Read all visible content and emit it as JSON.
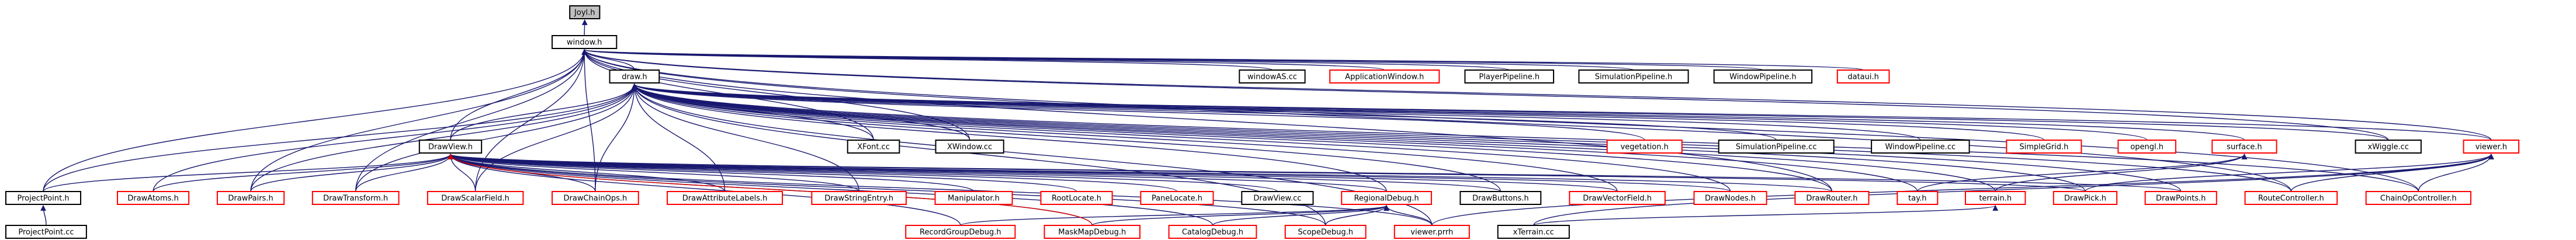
{
  "colors": {
    "node_border_black": "#000000",
    "node_border_red": "#ff0000",
    "node_fill": "#ffffff",
    "root_fill": "#bfbfbf",
    "edge": "#191970",
    "edge_red": "#d00000",
    "text": "#000000"
  },
  "nodes": [
    {
      "id": "joyl",
      "label": "Joyl.h",
      "style": "root"
    },
    {
      "id": "window",
      "label": "window.h",
      "style": "black"
    },
    {
      "id": "draw",
      "label": "draw.h",
      "style": "black"
    },
    {
      "id": "drawview",
      "label": "DrawView.h",
      "style": "black"
    },
    {
      "id": "xfont",
      "label": "XFont.cc",
      "style": "black"
    },
    {
      "id": "xwindow",
      "label": "XWindow.cc",
      "style": "black"
    },
    {
      "id": "vegetation",
      "label": "vegetation.h",
      "style": "red"
    },
    {
      "id": "simpipecc",
      "label": "SimulationPipeline.cc",
      "style": "black"
    },
    {
      "id": "winpipecc",
      "label": "WindowPipeline.cc",
      "style": "black"
    },
    {
      "id": "simplegrid",
      "label": "SimpleGrid.h",
      "style": "red"
    },
    {
      "id": "opengl",
      "label": "opengl.h",
      "style": "red"
    },
    {
      "id": "surface",
      "label": "surface.h",
      "style": "red"
    },
    {
      "id": "xwiggle",
      "label": "xWiggle.cc",
      "style": "black"
    },
    {
      "id": "viewer",
      "label": "viewer.h",
      "style": "red"
    },
    {
      "id": "windowascc",
      "label": "windowAS.cc",
      "style": "black"
    },
    {
      "id": "appwindow",
      "label": "ApplicationWindow.h",
      "style": "red"
    },
    {
      "id": "playerpipe",
      "label": "PlayerPipeline.h",
      "style": "black"
    },
    {
      "id": "simpipeh",
      "label": "SimulationPipeline.h",
      "style": "black"
    },
    {
      "id": "winpipeh",
      "label": "WindowPipeline.h",
      "style": "black"
    },
    {
      "id": "dataui",
      "label": "dataui.h",
      "style": "red"
    },
    {
      "id": "projectpoint",
      "label": "ProjectPoint.h",
      "style": "black"
    },
    {
      "id": "drawatoms",
      "label": "DrawAtoms.h",
      "style": "red"
    },
    {
      "id": "drawpairs",
      "label": "DrawPairs.h",
      "style": "red"
    },
    {
      "id": "drawtransform",
      "label": "DrawTransform.h",
      "style": "red"
    },
    {
      "id": "drawscalar",
      "label": "DrawScalarField.h",
      "style": "red"
    },
    {
      "id": "drawchainops",
      "label": "DrawChainOps.h",
      "style": "red"
    },
    {
      "id": "drawattrlabels",
      "label": "DrawAttributeLabels.h",
      "style": "red"
    },
    {
      "id": "drawstringentry",
      "label": "DrawStringEntry.h",
      "style": "red"
    },
    {
      "id": "manipulator",
      "label": "Manipulator.h",
      "style": "red"
    },
    {
      "id": "rootlocate",
      "label": "RootLocate.h",
      "style": "red"
    },
    {
      "id": "panelocate",
      "label": "PaneLocate.h",
      "style": "red"
    },
    {
      "id": "drawviewcc",
      "label": "DrawView.cc",
      "style": "black"
    },
    {
      "id": "regionaldebug",
      "label": "RegionalDebug.h",
      "style": "red"
    },
    {
      "id": "drawbuttons",
      "label": "DrawButtons.h",
      "style": "black"
    },
    {
      "id": "drawvector",
      "label": "DrawVectorField.h",
      "style": "red"
    },
    {
      "id": "drawnodes",
      "label": "DrawNodes.h",
      "style": "red"
    },
    {
      "id": "drawrouter",
      "label": "DrawRouter.h",
      "style": "red"
    },
    {
      "id": "tay",
      "label": "tay.h",
      "style": "red"
    },
    {
      "id": "terrain",
      "label": "terrain.h",
      "style": "red"
    },
    {
      "id": "drawpick",
      "label": "DrawPick.h",
      "style": "red"
    },
    {
      "id": "drawpoints",
      "label": "DrawPoints.h",
      "style": "red"
    },
    {
      "id": "routecontroller",
      "label": "RouteController.h",
      "style": "red"
    },
    {
      "id": "chainopcontroller",
      "label": "ChainOpController.h",
      "style": "red"
    },
    {
      "id": "projectpointcc",
      "label": "ProjectPoint.cc",
      "style": "black"
    },
    {
      "id": "recordgroup",
      "label": "RecordGroupDebug.h",
      "style": "red"
    },
    {
      "id": "maskmap",
      "label": "MaskMapDebug.h",
      "style": "red"
    },
    {
      "id": "catalogdebug",
      "label": "CatalogDebug.h",
      "style": "red"
    },
    {
      "id": "scopedebug",
      "label": "ScopeDebug.h",
      "style": "red"
    },
    {
      "id": "viewerprrh",
      "label": "viewer.prrh",
      "style": "red"
    },
    {
      "id": "xterrain",
      "label": "xTerrain.cc",
      "style": "black"
    }
  ],
  "edges": [
    {
      "from": "window",
      "to": "joyl"
    },
    {
      "from": "draw",
      "to": "window"
    },
    {
      "from": "windowascc",
      "to": "window"
    },
    {
      "from": "appwindow",
      "to": "window"
    },
    {
      "from": "playerpipe",
      "to": "window"
    },
    {
      "from": "simpipeh",
      "to": "window"
    },
    {
      "from": "winpipeh",
      "to": "window"
    },
    {
      "from": "dataui",
      "to": "window"
    },
    {
      "from": "viewer",
      "to": "window"
    },
    {
      "from": "xwiggle",
      "to": "window"
    },
    {
      "from": "drawview",
      "to": "window"
    },
    {
      "from": "projectpoint",
      "to": "window"
    },
    {
      "from": "xfont",
      "to": "window"
    },
    {
      "from": "xwindow",
      "to": "window"
    },
    {
      "from": "drawrouter",
      "to": "window"
    },
    {
      "from": "routecontroller",
      "to": "window"
    },
    {
      "from": "chainopcontroller",
      "to": "window"
    },
    {
      "from": "drawpairs",
      "to": "window"
    },
    {
      "from": "drawtransform",
      "to": "window"
    },
    {
      "from": "drawscalar",
      "to": "window"
    },
    {
      "from": "drawchainops",
      "to": "window"
    },
    {
      "from": "drawview",
      "to": "draw"
    },
    {
      "from": "xfont",
      "to": "draw"
    },
    {
      "from": "xwindow",
      "to": "draw"
    },
    {
      "from": "vegetation",
      "to": "draw"
    },
    {
      "from": "simpipecc",
      "to": "draw"
    },
    {
      "from": "winpipecc",
      "to": "draw"
    },
    {
      "from": "simplegrid",
      "to": "draw"
    },
    {
      "from": "opengl",
      "to": "draw"
    },
    {
      "from": "surface",
      "to": "draw"
    },
    {
      "from": "xwiggle",
      "to": "draw"
    },
    {
      "from": "viewer",
      "to": "draw"
    },
    {
      "from": "projectpoint",
      "to": "draw"
    },
    {
      "from": "drawatoms",
      "to": "draw"
    },
    {
      "from": "drawpairs",
      "to": "draw"
    },
    {
      "from": "drawtransform",
      "to": "draw"
    },
    {
      "from": "drawscalar",
      "to": "draw"
    },
    {
      "from": "drawchainops",
      "to": "draw"
    },
    {
      "from": "drawattrlabels",
      "to": "draw"
    },
    {
      "from": "drawstringentry",
      "to": "draw"
    },
    {
      "from": "drawbuttons",
      "to": "draw"
    },
    {
      "from": "drawvector",
      "to": "draw"
    },
    {
      "from": "drawnodes",
      "to": "draw"
    },
    {
      "from": "drawrouter",
      "to": "draw"
    },
    {
      "from": "tay",
      "to": "draw"
    },
    {
      "from": "terrain",
      "to": "draw"
    },
    {
      "from": "drawpick",
      "to": "draw"
    },
    {
      "from": "drawpoints",
      "to": "draw"
    },
    {
      "from": "routecontroller",
      "to": "draw"
    },
    {
      "from": "chainopcontroller",
      "to": "draw"
    },
    {
      "from": "regionaldebug",
      "to": "draw"
    },
    {
      "from": "scopedebug",
      "to": "draw"
    },
    {
      "from": "viewerprrh",
      "to": "draw"
    },
    {
      "from": "projectpoint",
      "to": "drawview"
    },
    {
      "from": "drawatoms",
      "to": "drawview"
    },
    {
      "from": "drawpairs",
      "to": "drawview"
    },
    {
      "from": "drawtransform",
      "to": "drawview"
    },
    {
      "from": "drawscalar",
      "to": "drawview"
    },
    {
      "from": "drawchainops",
      "to": "drawview"
    },
    {
      "from": "drawattrlabels",
      "to": "drawview"
    },
    {
      "from": "drawstringentry",
      "to": "drawview"
    },
    {
      "from": "manipulator",
      "to": "drawview"
    },
    {
      "from": "rootlocate",
      "to": "drawview"
    },
    {
      "from": "panelocate",
      "to": "drawview"
    },
    {
      "from": "drawviewcc",
      "to": "drawview"
    },
    {
      "from": "regionaldebug",
      "to": "drawview"
    },
    {
      "from": "drawbuttons",
      "to": "drawview"
    },
    {
      "from": "drawvector",
      "to": "drawview"
    },
    {
      "from": "drawnodes",
      "to": "drawview"
    },
    {
      "from": "drawrouter",
      "to": "drawview"
    },
    {
      "from": "drawpick",
      "to": "drawview"
    },
    {
      "from": "drawpoints",
      "to": "drawview"
    },
    {
      "from": "recordgroup",
      "to": "drawview"
    },
    {
      "from": "maskmap",
      "to": "drawview"
    },
    {
      "from": "catalogdebug",
      "to": "drawview"
    },
    {
      "from": "scopedebug",
      "to": "drawview"
    },
    {
      "from": "viewerprrh",
      "to": "drawview"
    },
    {
      "from": "tay",
      "to": "surface"
    },
    {
      "from": "terrain",
      "to": "surface"
    },
    {
      "from": "drawpick",
      "to": "viewer"
    },
    {
      "from": "routecontroller",
      "to": "viewer"
    },
    {
      "from": "chainopcontroller",
      "to": "viewer"
    },
    {
      "from": "xterrain",
      "to": "viewer"
    },
    {
      "from": "viewerprrh",
      "to": "viewer"
    },
    {
      "from": "xterrain",
      "to": "terrain"
    },
    {
      "from": "projectpointcc",
      "to": "projectpoint"
    },
    {
      "from": "recordgroup",
      "to": "regionaldebug"
    },
    {
      "from": "maskmap",
      "to": "regionaldebug"
    },
    {
      "from": "catalogdebug",
      "to": "regionaldebug"
    },
    {
      "from": "scopedebug",
      "to": "regionaldebug"
    },
    {
      "from": "viewerprrh",
      "to": "regionaldebug"
    },
    {
      "from": "maskmap",
      "to": "drawview",
      "color": "red"
    }
  ]
}
